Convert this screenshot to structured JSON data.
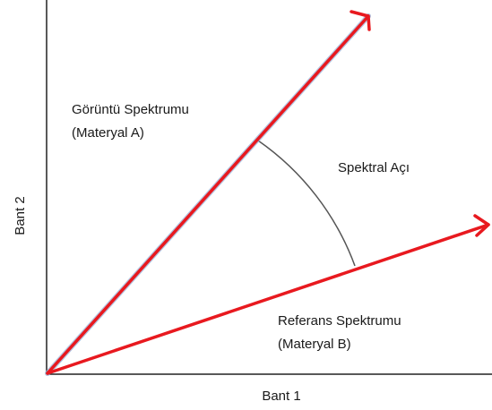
{
  "diagram": {
    "x_axis_label": "Bant 1",
    "y_axis_label": "Bant 2",
    "vector_a": {
      "line1": "Görüntü Spektrumu",
      "line2": "(Materyal A)"
    },
    "vector_b": {
      "line1": "Referans Spektrumu",
      "line2": "(Materyal B)"
    },
    "angle_label": "Spektral Açı"
  },
  "colors": {
    "vector": "#e8191f",
    "axis": "#222222",
    "arc": "#555555",
    "text": "#1a1a1a"
  }
}
